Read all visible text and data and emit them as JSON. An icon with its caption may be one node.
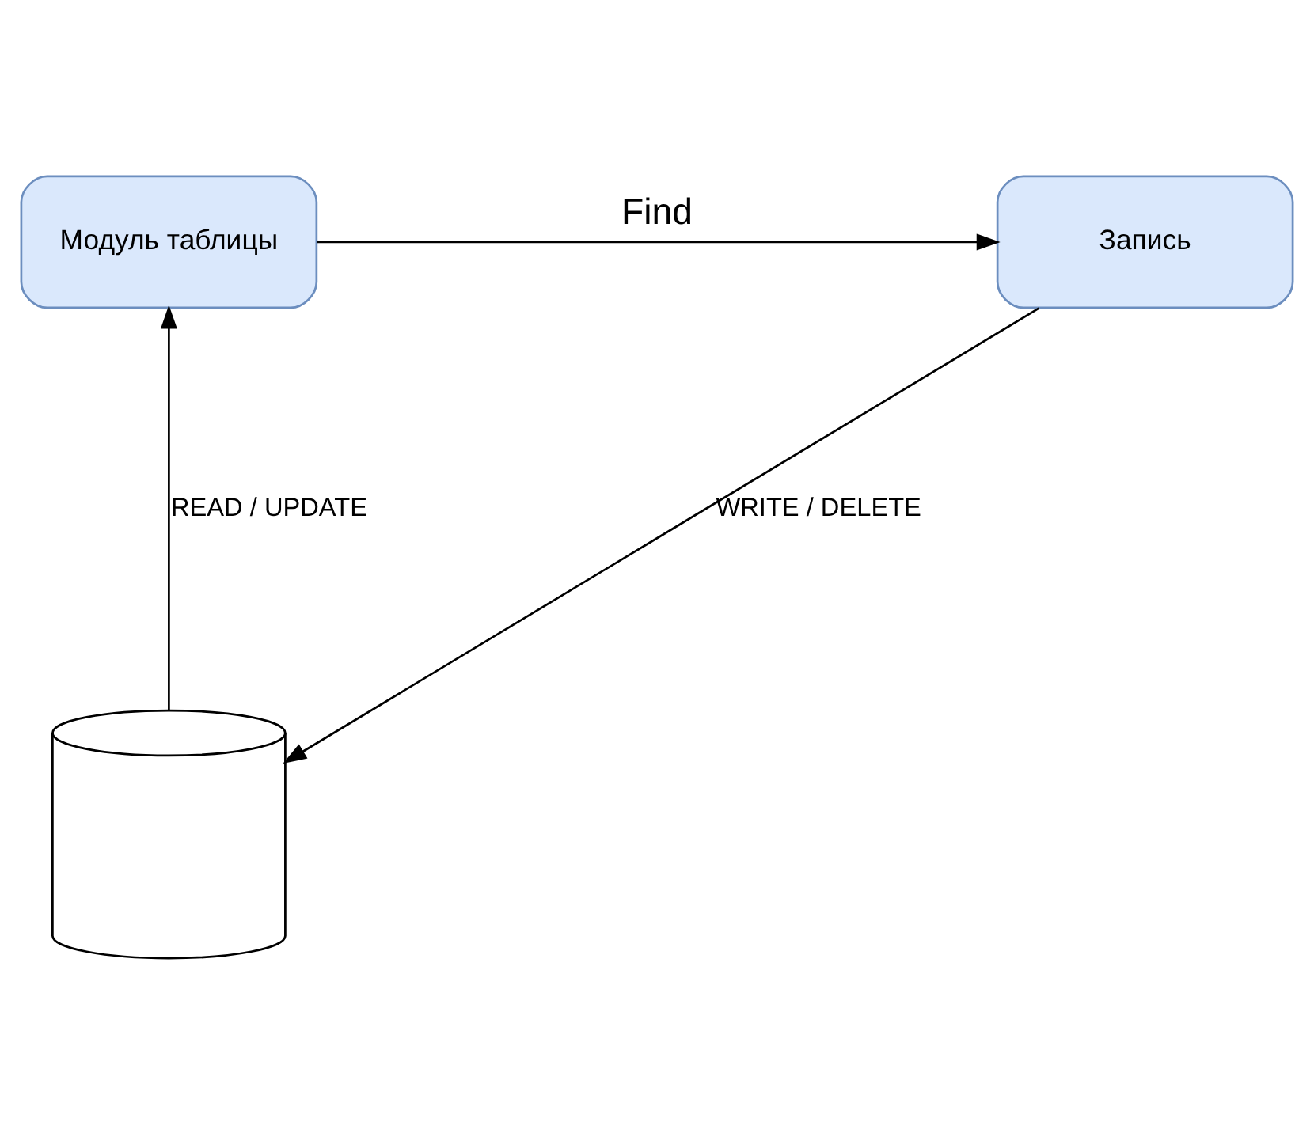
{
  "diagram": {
    "nodes": [
      {
        "text": [
          "Модуль таблицы"
        ]
      },
      {
        "text": [
          "Запись"
        ]
      },
      {
        "text": [],
        "shape": "cylinder"
      }
    ],
    "edges": [
      {
        "from": 0,
        "to": 1,
        "arrow": "to",
        "label": "Find"
      },
      {
        "from": 1,
        "to": 2,
        "arrow": "to",
        "label": "WRITE / DELETE"
      },
      {
        "from": 2,
        "to": 0,
        "arrow": "to",
        "label": "READ / UPDATE"
      }
    ]
  }
}
